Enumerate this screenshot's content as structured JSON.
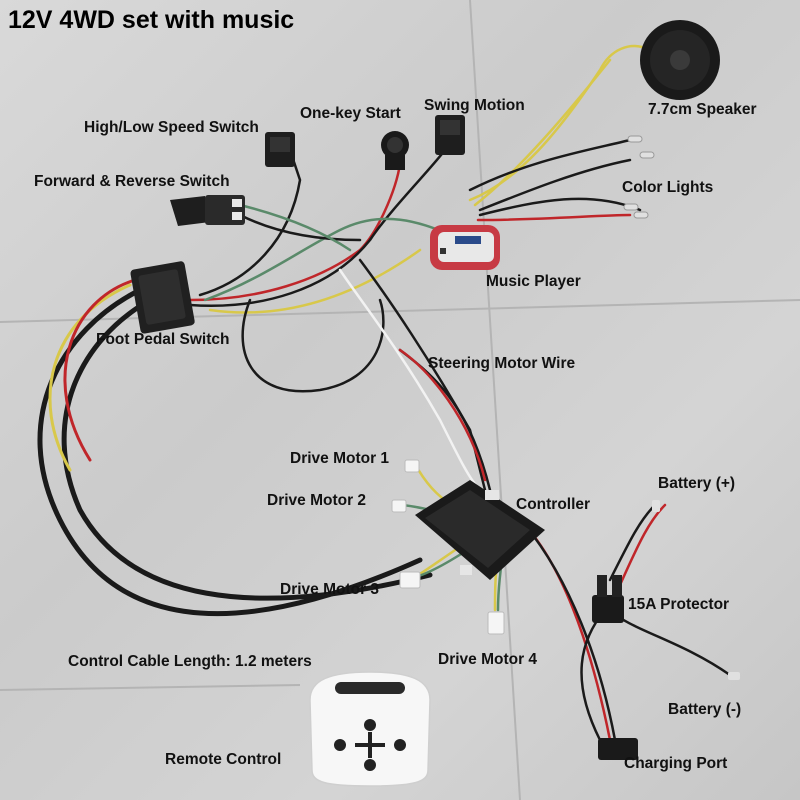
{
  "title": "12V 4WD set with music",
  "labels": {
    "speaker": "7.7cm Speaker",
    "swing": "Swing Motion",
    "onekey": "One-key Start",
    "highlow": "High/Low Speed Switch",
    "fwdrev": "Forward & Reverse Switch",
    "lights": "Color Lights",
    "music": "Music Player",
    "pedal": "Foot Pedal Switch",
    "steering": "Steering Motor Wire",
    "drive1": "Drive Motor 1",
    "drive2": "Drive Motor 2",
    "controller": "Controller",
    "battpos": "Battery (+)",
    "drive3": "Drive Motor 3",
    "protector": "15A Protector",
    "cable": "Control Cable Length: 1.2 meters",
    "drive4": "Drive Motor 4",
    "battneg": "Battery (-)",
    "remote": "Remote Control",
    "charging": "Charging Port"
  },
  "colors": {
    "wire_red": "#c0262a",
    "wire_black": "#1a1a1a",
    "wire_yellow": "#d8c84a",
    "wire_green": "#5a8a6a",
    "wire_white": "#f2f2f2"
  }
}
